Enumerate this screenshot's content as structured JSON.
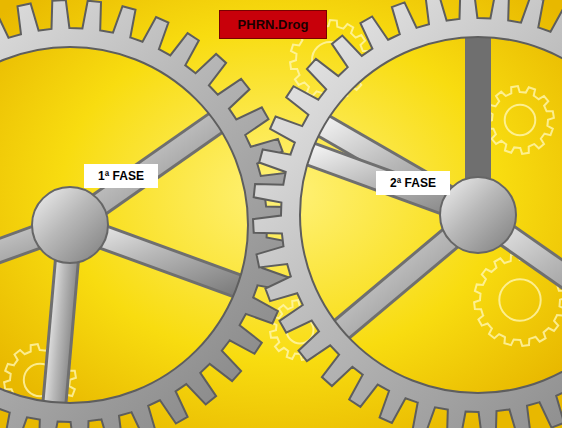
{
  "diagram": {
    "nodes": [
      {
        "text": [
          "PHRN.Drog"
        ]
      },
      {
        "text": [
          "1ª FASE"
        ]
      },
      {
        "text": [
          "2ª FASE"
        ]
      }
    ]
  }
}
